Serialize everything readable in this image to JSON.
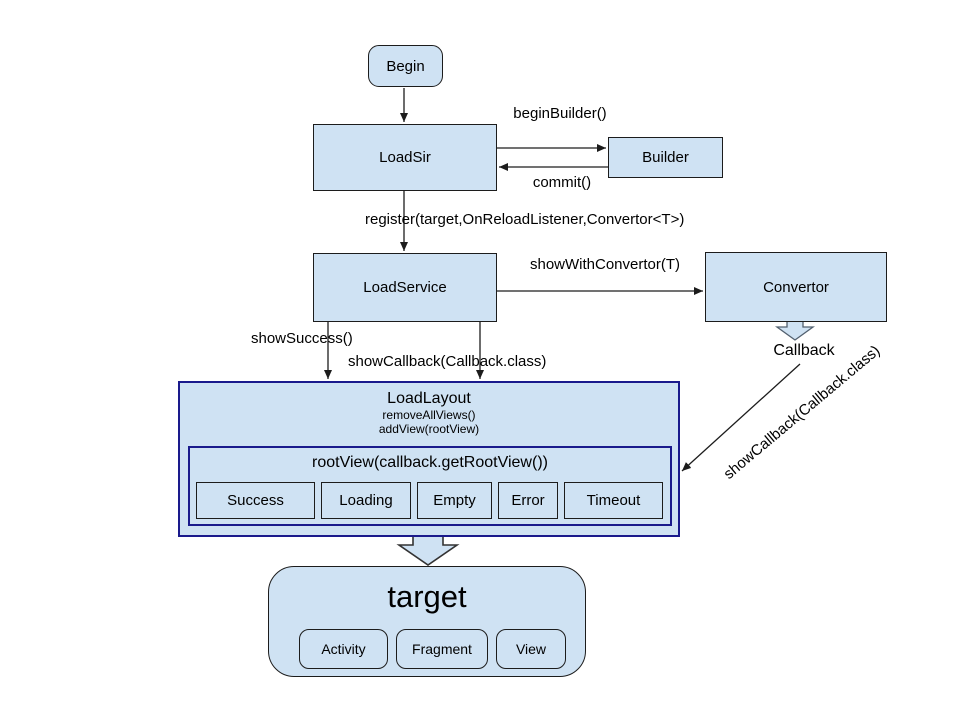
{
  "diagram": {
    "nodes": {
      "begin": {
        "label": "Begin"
      },
      "loadsir": {
        "label": "LoadSir"
      },
      "builder": {
        "label": "Builder"
      },
      "loadservice": {
        "label": "LoadService"
      },
      "convertor": {
        "label": "Convertor"
      },
      "loadlayout": {
        "title": "LoadLayout",
        "method1": "removeAllViews()",
        "method2": "addView(rootView)",
        "rootview_title": "rootView(callback.getRootView())",
        "callbacks": [
          "Success",
          "Loading",
          "Empty",
          "Error",
          "Timeout"
        ]
      },
      "callback": {
        "label": "Callback"
      },
      "target": {
        "title": "target",
        "children": [
          "Activity",
          "Fragment",
          "View"
        ]
      }
    },
    "edges": {
      "begin_builder": "beginBuilder()",
      "commit": "commit()",
      "register": "register(target,OnReloadListener,Convertor<T>)",
      "show_with_convertor": "showWithConvertor(T)",
      "show_success": "showSuccess()",
      "show_callback": "showCallback(Callback.class)",
      "show_callback_diag": "showCallback(Callback.class)"
    },
    "colors": {
      "node_fill": "#cfe2f3",
      "node_border": "#1c1c1c",
      "container_border": "#1a1a8c",
      "arrow": "#1c1c1c"
    }
  }
}
